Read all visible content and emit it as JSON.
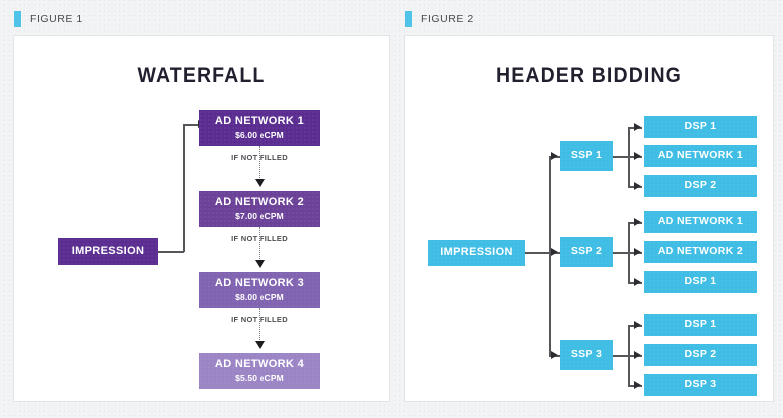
{
  "page": {
    "background_color": "#f1f2f3",
    "accent_color": "#4fc3e8",
    "waterfall_color": "#5b2d90",
    "header_bidding_color": "#3fbde4"
  },
  "figures": [
    {
      "label": "FIGURE 1",
      "title": "WATERFALL",
      "entry": {
        "name": "IMPRESSION"
      },
      "condition_label": "IF NOT FILLED",
      "steps": [
        {
          "name": "AD NETWORK 1",
          "ecpm": "$6.00 eCPM",
          "color": "#5b2d90"
        },
        {
          "name": "AD NETWORK 2",
          "ecpm": "$7.00 eCPM",
          "color": "#6c4299"
        },
        {
          "name": "AD NETWORK 3",
          "ecpm": "$8.00 eCPM",
          "color": "#8164b1"
        },
        {
          "name": "AD NETWORK 4",
          "ecpm": "$5.50 eCPM",
          "color": "#9b85c5"
        }
      ]
    },
    {
      "label": "FIGURE 2",
      "title": "HEADER BIDDING",
      "entry": {
        "name": "IMPRESSION"
      },
      "ssps": [
        {
          "name": "SSP 1",
          "bidders": [
            "DSP 1",
            "AD NETWORK 1",
            "DSP 2"
          ]
        },
        {
          "name": "SSP 2",
          "bidders": [
            "AD NETWORK 1",
            "AD NETWORK 2",
            "DSP 1"
          ]
        },
        {
          "name": "SSP 3",
          "bidders": [
            "DSP 1",
            "DSP 2",
            "DSP 3"
          ]
        }
      ]
    }
  ]
}
